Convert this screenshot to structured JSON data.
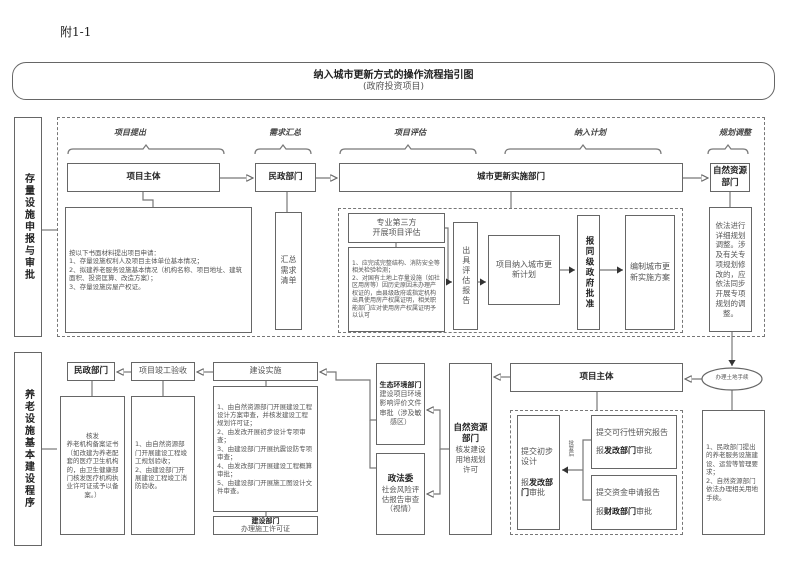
{
  "appendix": "附1-1",
  "title": "纳入城市更新方式的操作流程指引图",
  "subtitle": "(政府投资项目)",
  "top": {
    "section_label": "存量设施申报与审批",
    "phases": [
      "项目提出",
      "需求汇总",
      "项目评估",
      "纳入计划",
      "规划调整"
    ],
    "project_subject": "项目主体",
    "civil_affairs": "民政部门",
    "urban_renewal_dept": "城市更新实施部门",
    "natural_resources": "自然资源部门",
    "materials": "按以下书面材料提出项目申请：\n1、存量设施权利人及项目主体单位基本情况；\n2、拟建养老服务设施基本情况（机构名称、项目地址、建筑面积、投资匡算、改造方案）；\n3、存量设施房屋产权证。",
    "summary_list": "汇总需求清单",
    "third_party": "专业第三方\n开展项目评估",
    "assessment_notes": "1、应完成完整结构、消防安全等相关检验检测；\n2、对国有土地上存量设施（如社区用房等）因历史原因未办理产权证的，由县级政府或指定机构出具使用房产权属证明，相关职能部门应对使用房产权属证明予以认可",
    "issue_report": "出具评估报告",
    "include_plan": "项目纳入城市更新计划",
    "gov_approval": "报同级政府批准",
    "compile_plan": "编制城市更新实施方案",
    "planning_adjust": "依法进行详细规划调整。涉及有关专项规划修改的，应依法同步开展专项规划的调整。"
  },
  "bottom": {
    "section_label": "养老设施基本建设程序",
    "civil_affairs": "民政部门",
    "acceptance": "项目竣工验收",
    "construction": "建设实施",
    "civil_text": "核发\n养老机构备案证书\n（如改建为养老配套的医疗卫生机构的，由卫生健康部门核发医疗机构执业许可证或予以备案。）",
    "acceptance_text": "1、由自然资源部门开展建设工程竣工规划验收；\n2、由建设部门开展建设工程竣工消防验收。",
    "construction_text": "1、由自然资源部门开展建设工程设计方案审查，并核发建设工程规划许可证；\n2、由发改开展初步设计专项审查；\n3、由建设部门开展抗震设防专项审查；\n4、由发改部门开展建设工程概算审批；\n5、由建设部门开展施工图设计文件审查。",
    "construction_dept": "建设部门",
    "construction_permit": "办理施工许可证",
    "eco_dept": "生态环境部门",
    "eco_text": "建设项目环境影响评价文件审批（涉及敏感区）",
    "political_dept": "政法委",
    "political_text": "社会风险评估报告审查（视情）",
    "nr_dept": "自然资源部门",
    "nr_text": "核发建设用地规划许可",
    "project_subject": "项目主体",
    "prelim_design": "提交初步设计",
    "prelim_approve_pre": "报",
    "prelim_approve_dept": "发改部门",
    "prelim_approve_post": "审批",
    "batch_label": "批复后",
    "feasibility": "提交可行性研究报告",
    "feas_pre": "报",
    "feas_dept": "发改部门",
    "feas_post": "审批",
    "fund": "提交资金申请报告",
    "fund_pre": "报",
    "fund_dept": "财政部门",
    "fund_post": "审批",
    "land_procedures": "办理土地手续",
    "right_text": "1、民政部门提出的养老服务设施建设、运营等管理要求；\n2、自然资源部门依法办理相关用地手续。"
  }
}
